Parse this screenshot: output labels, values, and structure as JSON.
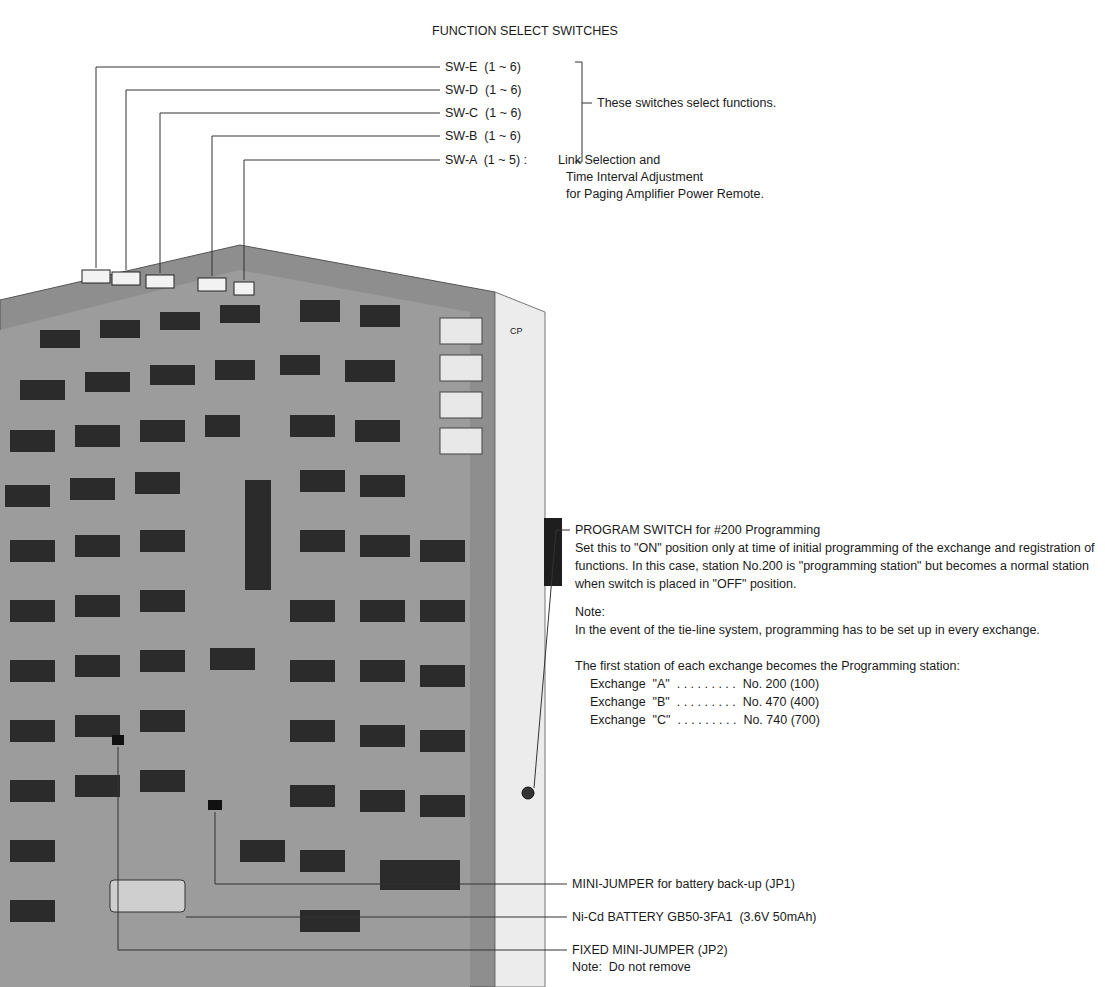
{
  "diagram": {
    "title": "FUNCTION SELECT SWITCHES",
    "labels": [
      "SW-E  (1 ~ 6)",
      "SW-D  (1 ~ 6)",
      "SW-C  (1 ~ 6)",
      "SW-B  (1 ~ 6)",
      "SW-A  (1 ~ 5) :",
      "These switches select functions.",
      "Link Selection and",
      "Time Interval Adjustment",
      "for Paging Amplifier Power Remote.",
      "CP",
      "PROGRAM SWITCH for #200 Programming",
      "Set this to \"ON\" position only at time of initial programming of the exchange and registration of functions. In this case, station No.200 is \"programming station\" but becomes a normal station when switch is placed in \"OFF\" position.",
      "Note:",
      "In the event of the tie-line system, programming has to be set up in every exchange.",
      "The first station of each exchange becomes the Programming station:",
      "Exchange  \"A\"  . . . . . . . . .  No. 200 (100)",
      "Exchange  \"B\"  . . . . . . . . .  No. 470 (400)",
      "Exchange  \"C\"  . . . . . . . . .  No. 740 (700)",
      "MINI-JUMPER for battery back-up (JP1)",
      "Ni-Cd BATTERY GB50-3FA1  (3.6V 50mAh)",
      "FIXED MINI-JUMPER (JP2)",
      "Note:  Do not remove"
    ]
  }
}
